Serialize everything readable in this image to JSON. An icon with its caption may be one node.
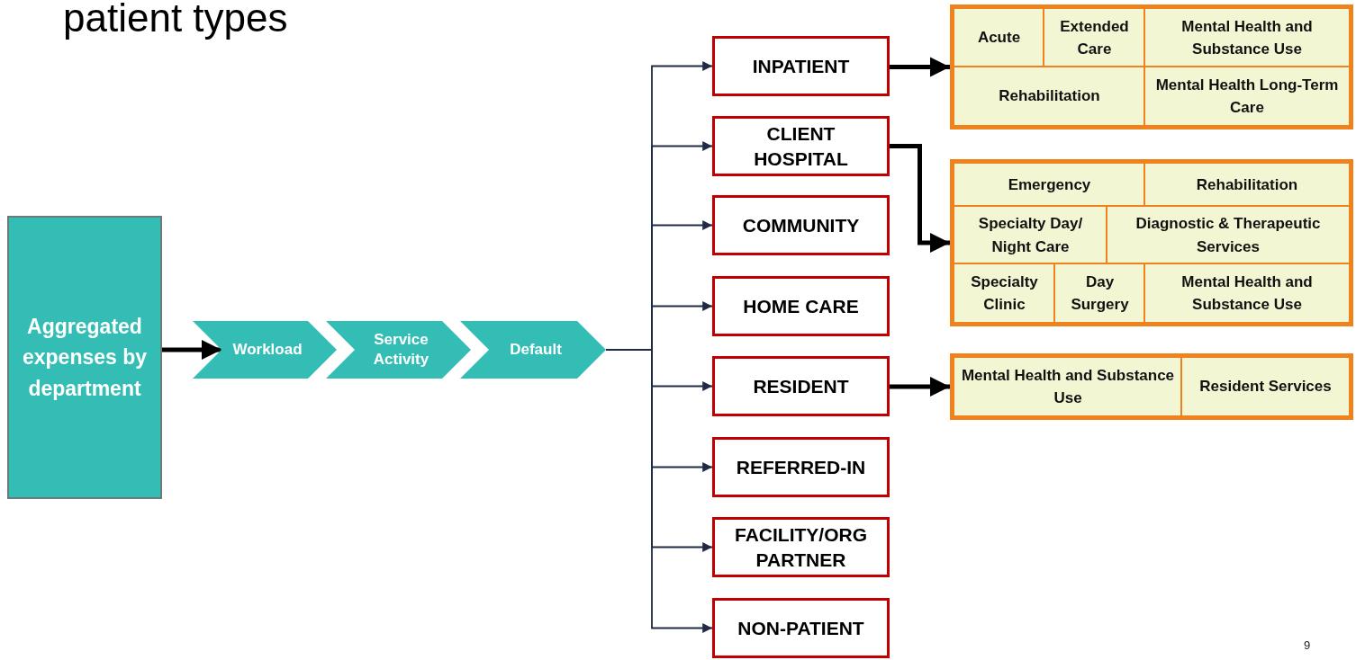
{
  "diagram": {
    "title": "patient types",
    "nodes": [
      {
        "text": [
          "Aggregated expenses by department"
        ]
      },
      {
        "text": [
          "Workload"
        ]
      },
      {
        "text": [
          "Service Activity"
        ]
      },
      {
        "text": [
          "Default"
        ]
      },
      {
        "text": [
          "INPATIENT"
        ]
      },
      {
        "text": [
          "CLIENT HOSPITAL"
        ]
      },
      {
        "text": [
          "COMMUNITY"
        ]
      },
      {
        "text": [
          "HOME CARE"
        ]
      },
      {
        "text": [
          "RESIDENT"
        ]
      },
      {
        "text": [
          "REFERRED-IN"
        ]
      },
      {
        "text": [
          "FACILITY/ORG PARTNER"
        ]
      },
      {
        "text": [
          "NON-PATIENT"
        ]
      },
      {
        "text": [],
        "shape": "box"
      },
      {
        "text": [
          "Acute"
        ],
        "in": 12
      },
      {
        "text": [
          "Extended Care"
        ],
        "in": 12
      },
      {
        "text": [
          "Mental Health and Substance Use"
        ],
        "in": 12
      },
      {
        "text": [
          "Rehabilitation"
        ],
        "in": 12
      },
      {
        "text": [
          "Mental Health Long-Term Care"
        ],
        "in": 12
      },
      {
        "text": [],
        "shape": "box"
      },
      {
        "text": [
          "Emergency"
        ],
        "in": 18
      },
      {
        "text": [
          "Rehabilitation"
        ],
        "in": 18
      },
      {
        "text": [
          "Specialty Day/ Night Care"
        ],
        "in": 18
      },
      {
        "text": [
          "Diagnostic & Therapeutic Services"
        ],
        "in": 18
      },
      {
        "text": [
          "Specialty Clinic"
        ],
        "in": 18
      },
      {
        "text": [
          "Day Surgery"
        ],
        "in": 18
      },
      {
        "text": [
          "Mental Health and Substance Use"
        ],
        "in": 18
      },
      {
        "text": [],
        "shape": "box"
      },
      {
        "text": [
          "Mental Health and Substance Use"
        ],
        "in": 26
      },
      {
        "text": [
          "Resident Services"
        ],
        "in": 26
      }
    ],
    "edges": [
      {
        "from": 0,
        "to": 1,
        "arrow": "to",
        "style": "thick",
        "color": "#000000"
      },
      {
        "from": 3,
        "to": 4,
        "arrow": "to"
      },
      {
        "from": 3,
        "to": 5,
        "arrow": "to"
      },
      {
        "from": 3,
        "to": 6,
        "arrow": "to"
      },
      {
        "from": 3,
        "to": 7,
        "arrow": "to"
      },
      {
        "from": 3,
        "to": 8,
        "arrow": "to"
      },
      {
        "from": 3,
        "to": 9,
        "arrow": "to"
      },
      {
        "from": 3,
        "to": 10,
        "arrow": "to"
      },
      {
        "from": 3,
        "to": 11,
        "arrow": "to"
      },
      {
        "from": 4,
        "to": 12,
        "arrow": "to",
        "style": "thick",
        "color": "#000000"
      },
      {
        "from": 5,
        "to": 18,
        "arrow": "to",
        "style": "thick",
        "color": "#000000"
      },
      {
        "from": 8,
        "to": 26,
        "arrow": "to",
        "style": "thick",
        "color": "#000000"
      }
    ],
    "labels": [
      "9"
    ]
  }
}
